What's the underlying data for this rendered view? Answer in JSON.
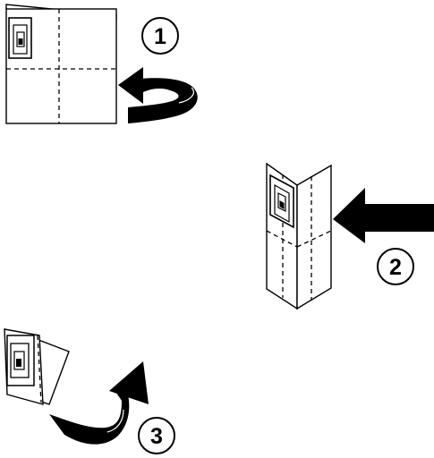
{
  "diagram": {
    "type": "folding-instructions",
    "colors": {
      "ink": "#000000",
      "paper": "#ffffff"
    },
    "steps": [
      {
        "number": "1",
        "action": "fold-over",
        "icon": "curved-fold-arrow-icon"
      },
      {
        "number": "2",
        "action": "fold-in",
        "icon": "straight-arrow-icon"
      },
      {
        "number": "3",
        "action": "fold-up",
        "icon": "curved-fold-arrow-icon"
      }
    ]
  }
}
